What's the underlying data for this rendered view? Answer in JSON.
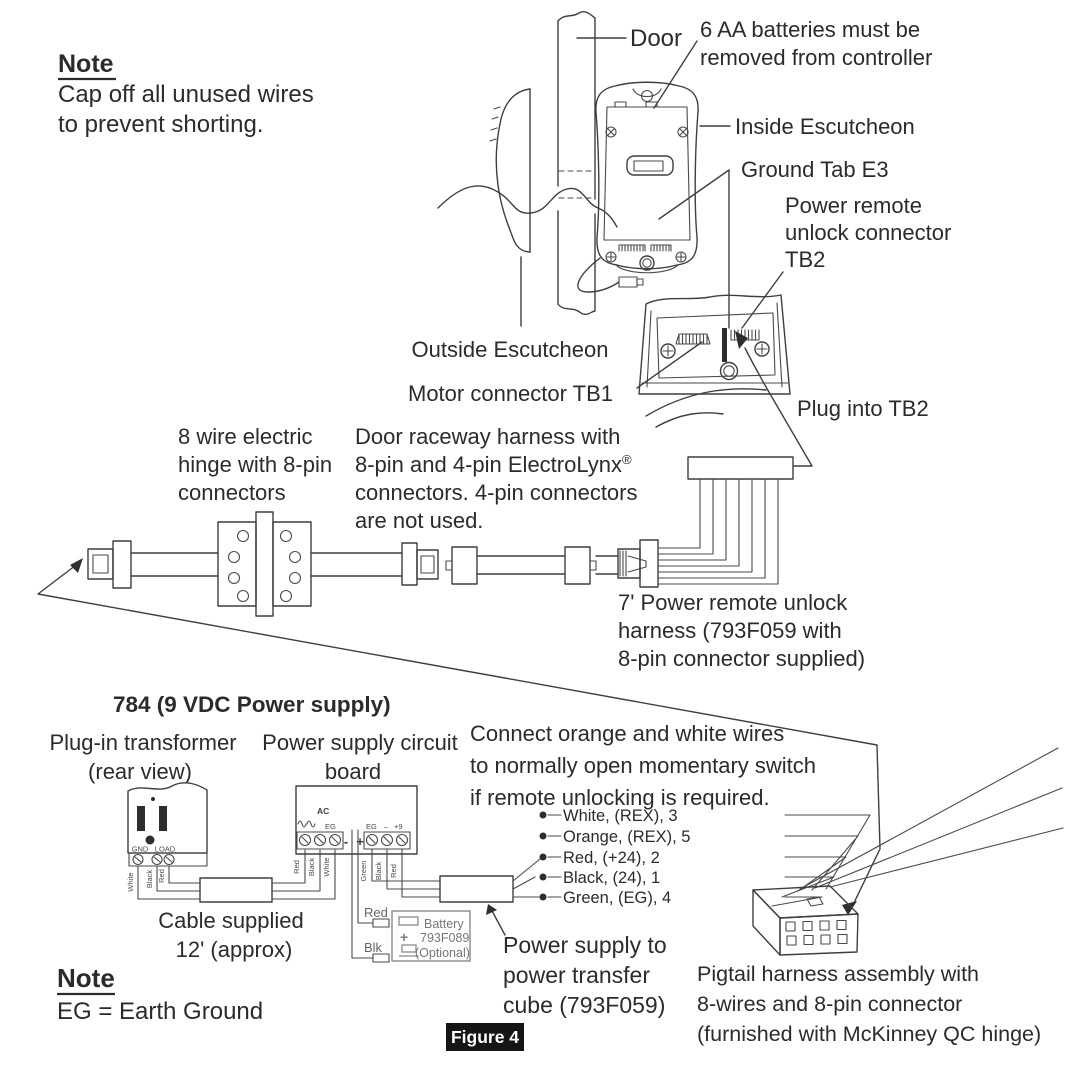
{
  "figure": {
    "tag": "Figure 4"
  },
  "notes": {
    "top": {
      "title": "Note",
      "line1": "Cap off all unused wires",
      "line2": "to prevent shorting."
    },
    "bottom": {
      "title": "Note",
      "line1": "EG = Earth Ground"
    }
  },
  "door_section": {
    "door": "Door",
    "batteries_line1": "6 AA batteries must be",
    "batteries_line2": "removed from controller",
    "inside_escutcheon": "Inside Escutcheon",
    "ground_tab": "Ground Tab E3",
    "power_remote_line1": "Power remote",
    "power_remote_line2": "unlock connector",
    "power_remote_line3": "TB2",
    "outside_escutcheon": "Outside Escutcheon",
    "motor_connector": "Motor connector TB1",
    "plug_into": "Plug into TB2"
  },
  "harness_section": {
    "hinge_line1": "8 wire electric",
    "hinge_line2": "hinge with 8-pin",
    "hinge_line3": "connectors",
    "raceway_line1": "Door raceway harness with",
    "raceway_line2": "8-pin and 4-pin ElectroLynx",
    "raceway_reg": "®",
    "raceway_line3": "connectors. 4-pin connectors",
    "raceway_line4": "are not used.",
    "unlock_line1": "7' Power remote unlock",
    "unlock_line2": "harness (793F059 with",
    "unlock_line3": "8-pin connector supplied)"
  },
  "ps": {
    "title": "784 (9 VDC Power supply)",
    "transformer_line1": "Plug-in transformer",
    "transformer_line2": "(rear view)",
    "gnd": "GND",
    "load": "LOAD",
    "transformer_wires": [
      "White",
      "Black",
      "Red"
    ],
    "circuit_line1": "Power supply circuit",
    "circuit_line2": "board",
    "ac": "AC",
    "eg_left": "EG",
    "right_block": {
      "eg": "EG",
      "minus": "–",
      "plus9": "+9"
    },
    "board_minus": "-",
    "board_plus": "+",
    "board_left_wires": [
      "Red",
      "Black",
      "White"
    ],
    "board_right_wires": [
      "Green",
      "Black",
      "Red"
    ],
    "connect_line1": "Connect orange and white wires",
    "connect_line2": "to normally open momentary switch",
    "connect_line3": "if remote unlocking is required.",
    "wire_list": [
      "White, (REX), 3",
      "Orange, (REX), 5",
      "Red, (+24), 2",
      "Black, (24), 1",
      "Green, (EG), 4"
    ],
    "cable_line1": "Cable supplied",
    "cable_line2": "12' (approx)",
    "battery_red": "Red",
    "battery_blk": "Blk",
    "battery_plus": "+",
    "battery_line1": "Battery",
    "battery_line2": "793F089",
    "battery_line3": "(Optional)",
    "cube_line1": "Power supply to",
    "cube_line2": "power transfer",
    "cube_line3": "cube (793F059)",
    "pigtail_line1": "Pigtail harness assembly with",
    "pigtail_line2": "8-wires and 8-pin connector",
    "pigtail_line3": "(furnished with McKinney QC hinge)"
  },
  "colors": {
    "text": "#2c2b2b",
    "line": "#3f3f3f",
    "badge_bg": "#151515",
    "badge_text": "#ffffff",
    "muted": "#767676"
  }
}
